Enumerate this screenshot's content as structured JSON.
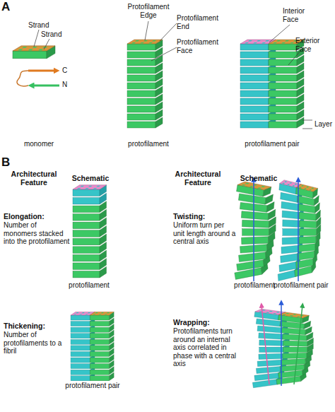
{
  "diagram": {
    "labels": [
      "A",
      "Strand",
      "Strand",
      "C",
      "N",
      "monomer",
      "Protofilament Edge",
      "Protofilament End",
      "Protofilament Face",
      "protofilament",
      "Interior Face",
      "Exterior Face",
      "Layer",
      "protofilament pair",
      "B",
      "Architectural Feature",
      "Schematic",
      "Architectural Feature",
      "Schematic",
      "Elongation:",
      "Number of monomers stacked into the protofilament",
      "protofilament",
      "Twisting:",
      "Uniform turn per unit length around a central axis",
      "protofilament",
      "protofilament pair",
      "Thickening:",
      "Number of protofilaments to a fibril",
      "protofilament pair",
      "Wrapping:",
      "Protofilaments turn around an internal axis correlated in phase with a central axis"
    ]
  }
}
